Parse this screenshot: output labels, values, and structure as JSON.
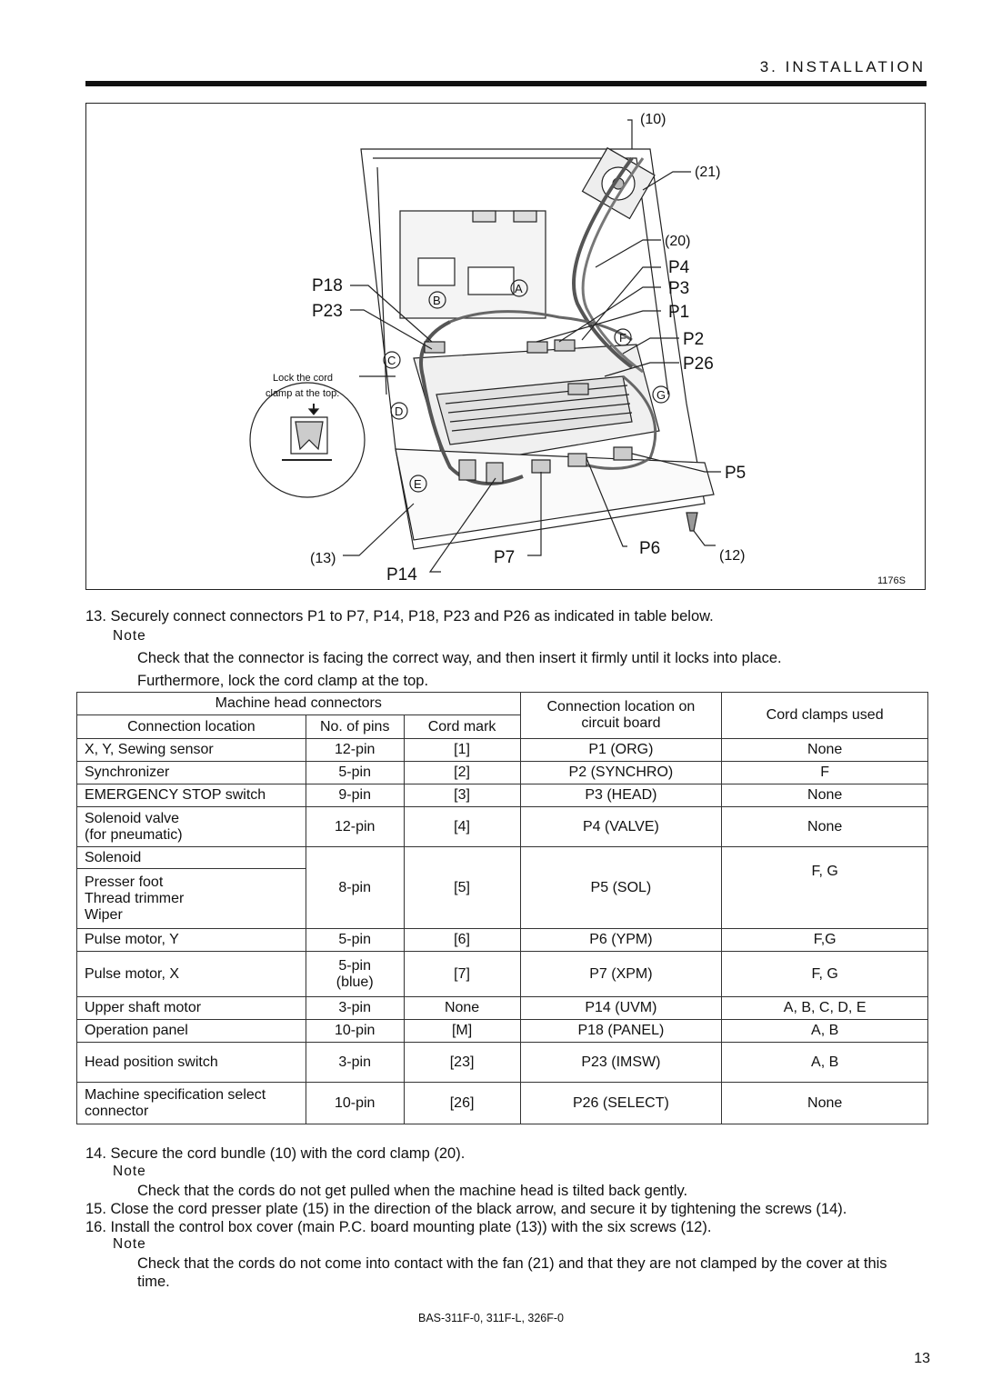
{
  "header": {
    "section": "3. INSTALLATION"
  },
  "figure": {
    "callouts": {
      "c10": "(10)",
      "c21": "(21)",
      "c20": "(20)",
      "c13": "(13)",
      "c12": "(12)",
      "p4": "P4",
      "p3": "P3",
      "p1": "P1",
      "p2": "P2",
      "p26": "P26",
      "p5": "P5",
      "p6": "P6",
      "p7": "P7",
      "p14": "P14",
      "p18": "P18",
      "p23": "P23"
    },
    "clamps": {
      "a": "A",
      "b": "B",
      "c": "C",
      "d": "D",
      "e": "E",
      "f": "F",
      "g": "G"
    },
    "lock_note_line1": "Lock the cord",
    "lock_note_line2": "clamp at the top.",
    "figure_id": "1176S"
  },
  "step13": {
    "text": "13. Securely connect connectors P1 to P7, P14, P18, P23 and P26 as indicated in table below.",
    "note_label": "Note",
    "note_line1": "Check that the connector is facing the correct way, and then insert it firmly until it locks into place.",
    "note_line2": "Furthermore, lock the cord clamp at the top."
  },
  "table": {
    "headers": {
      "group": "Machine head connectors",
      "location": "Connection location",
      "pins": "No. of pins",
      "mark": "Cord mark",
      "board_line1": "Connection location on",
      "board_line2": "circuit board",
      "clamps": "Cord clamps used"
    },
    "rows": {
      "r1": {
        "loc": "X, Y, Sewing sensor",
        "pins": "12-pin",
        "mark": "[1]",
        "board": "P1 (ORG)",
        "clamps": "None"
      },
      "r2": {
        "loc": "Synchronizer",
        "pins": "5-pin",
        "mark": "[2]",
        "board": "P2 (SYNCHRO)",
        "clamps": "F"
      },
      "r3": {
        "loc": "EMERGENCY STOP switch",
        "pins": "9-pin",
        "mark": "[3]",
        "board": "P3 (HEAD)",
        "clamps": "None"
      },
      "r4": {
        "loc1": "Solenoid valve",
        "loc2": "(for pneumatic)",
        "pins": "12-pin",
        "mark": "[4]",
        "board": "P4 (VALVE)",
        "clamps": "None"
      },
      "r5": {
        "loc1": "Solenoid",
        "loc2": "Presser foot",
        "loc3": "Thread trimmer",
        "loc4": "Wiper",
        "pins": "8-pin",
        "mark": "[5]",
        "board": "P5 (SOL)",
        "clamps": "F, G"
      },
      "r6": {
        "loc": "Pulse motor, Y",
        "pins": "5-pin",
        "mark": "[6]",
        "board": "P6 (YPM)",
        "clamps": "F,G"
      },
      "r7": {
        "loc": "Pulse motor, X",
        "pins1": "5-pin",
        "pins2": "(blue)",
        "mark": "[7]",
        "board": "P7 (XPM)",
        "clamps": "F, G"
      },
      "r8": {
        "loc": "Upper shaft motor",
        "pins": "3-pin",
        "mark": "None",
        "board": "P14 (UVM)",
        "clamps": "A, B, C, D, E"
      },
      "r9": {
        "loc": "Operation panel",
        "pins": "10-pin",
        "mark": "[M]",
        "board": "P18 (PANEL)",
        "clamps": "A, B"
      },
      "r10": {
        "loc": "Head position switch",
        "pins": "3-pin",
        "mark": "[23]",
        "board": "P23 (IMSW)",
        "clamps": "A, B"
      },
      "r11": {
        "loc1": "Machine specification select",
        "loc2": "connector",
        "pins": "10-pin",
        "mark": "[26]",
        "board": "P26 (SELECT)",
        "clamps": "None"
      }
    }
  },
  "step14": {
    "text": "14. Secure the cord bundle (10) with the cord clamp (20).",
    "note_label": "Note",
    "note": "Check that the cords do not get pulled when the machine head is tilted back gently."
  },
  "step15": {
    "text": "15. Close the cord presser plate (15) in the direction of the black arrow, and secure it by tightening the screws (14)."
  },
  "step16": {
    "text": "16. Install the control box cover (main P.C. board mounting plate (13)) with the six screws (12).",
    "note_label": "Note",
    "note_line1": "Check that the cords do not come into contact with the fan (21) and that they are not clamped by the cover at this",
    "note_line2": "time."
  },
  "footer": {
    "model": "BAS-311F-0, 311F-L, 326F-0",
    "page": "13"
  }
}
